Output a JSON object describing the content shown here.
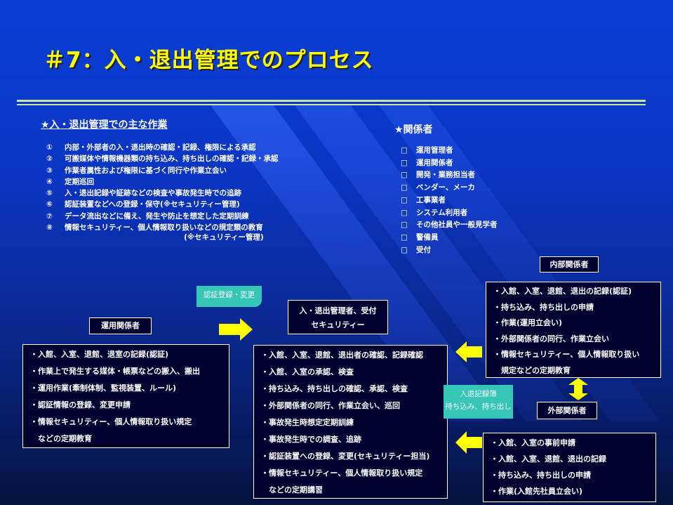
{
  "slide": {
    "title": "＃7：入・退出管理でのプロセス",
    "tasks": {
      "heading": "★入・退出管理での主な作業",
      "items": [
        {
          "num": "①",
          "text": "内部・外部者の入・退出時の確認・記録、権限による承認"
        },
        {
          "num": "②",
          "text": "可搬媒体や情報機器類の持ち込み、持ち出しの確認・記録・承認"
        },
        {
          "num": "③",
          "text": "作業者属性および権限に基づく同行や作業立会い"
        },
        {
          "num": "④",
          "text": "定期巡回"
        },
        {
          "num": "⑤",
          "text": "入・退出記録や証跡などの検査や事故発生時での追跡"
        },
        {
          "num": "⑥",
          "text": "認証装置などへの登録・保守(※セキュリティー管理)"
        },
        {
          "num": "⑦",
          "text": "データ流出などに備え、発生や防止を想定した定期訓練"
        },
        {
          "num": "⑧",
          "text": "情報セキュリティー、個人情報取り扱いなどの規定類の教育"
        }
      ],
      "note": "(※セキュリティー管理)"
    },
    "stakeholders": {
      "heading": "★関係者",
      "checkbox_glyph": "□",
      "items": [
        "運用管理者",
        "運用関係者",
        "開発・業務担当者",
        "ベンダー、メーカ",
        "工事業者",
        "システム利用者",
        "その他社員や一般見学者",
        "警備員",
        "受付"
      ]
    }
  },
  "diagram": {
    "ops_label": "運用関係者",
    "ops_items": [
      "・入館、入室、退館、退室の記録(認証)",
      "・作業上で発生する媒体・帳票などの搬入、搬出",
      "・運用作業(牽制体制、監視装置、ルール)",
      "・認証情報の登録、変更申請",
      "・情報セキュリティー、個人情報取り扱い規定",
      "　などの定期教育"
    ],
    "cert_note": "認証登録・変更",
    "mgr_label_line1": "入・退出管理者、受付",
    "mgr_label_line2": "セキュリティー",
    "mgr_items": [
      "・入館、入室、退館、退出者の確認、記録確認",
      "・入館、入室の承認、検査",
      "・持ち込み、持ち出しの確認、承認、検査",
      "・外部関係者の同行、作業立会い、巡回",
      "・事故発生時想定定期訓練",
      "・事故発生時での調査、追跡",
      "・認証装置への登録、変更(セキュリティー担当)",
      "・情報セキュリティー、個人情報取り扱い規定",
      "　などの定期講習"
    ],
    "internal_label": "内部関係者",
    "internal_items": [
      "・入館、入室、退館、退出の記録(認証)",
      "・持ち込み、持ち出しの申請",
      "・作業(運用立会い)",
      "・外部関係者の同行、作業立会い",
      "・情報セキュリティー、個人情報取り扱い",
      "　規定などの定期教育"
    ],
    "log_note_line1": "入退記録簿",
    "log_note_line2": "持ち込み、持ち出し",
    "external_label": "外部関係者",
    "external_items": [
      "・入館、入室の事前申請",
      "・入館、入室、退館、退出の記録",
      "・持ち込み、持ち出しの申請",
      "・作業(入館先社員立会い)"
    ],
    "colors": {
      "arrow": "#ffff00",
      "teal_note": "#35c6b8",
      "rule": "#c8e6a0",
      "title": "#ffff00"
    }
  }
}
